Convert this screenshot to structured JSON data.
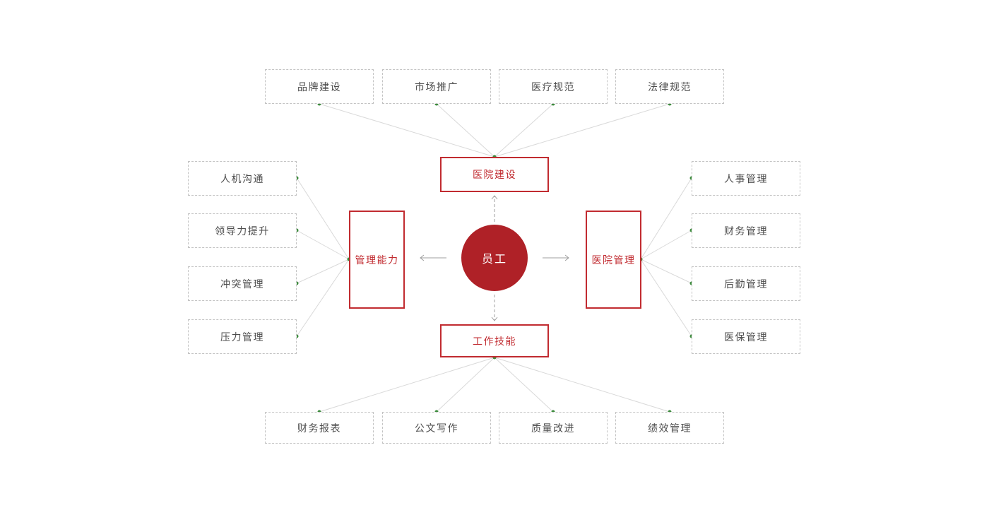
{
  "center": {
    "label": "员工"
  },
  "branches": {
    "top": {
      "label": "医院建设"
    },
    "left": {
      "label": "管理能力"
    },
    "right": {
      "label": "医院管理"
    },
    "bottom": {
      "label": "工作技能"
    }
  },
  "top_items": [
    {
      "label": "品牌建设"
    },
    {
      "label": "市场推广"
    },
    {
      "label": "医疗规范"
    },
    {
      "label": "法律规范"
    }
  ],
  "left_items": [
    {
      "label": "人机沟通"
    },
    {
      "label": "领导力提升"
    },
    {
      "label": "冲突管理"
    },
    {
      "label": "压力管理"
    }
  ],
  "right_items": [
    {
      "label": "人事管理"
    },
    {
      "label": "财务管理"
    },
    {
      "label": "后勤管理"
    },
    {
      "label": "医保管理"
    }
  ],
  "bottom_items": [
    {
      "label": "财务报表"
    },
    {
      "label": "公文写作"
    },
    {
      "label": "质量改进"
    },
    {
      "label": "绩效管理"
    }
  ],
  "colors": {
    "node_red": "#c12b30",
    "circle_red": "#af2127",
    "dot_green": "#3e8c3e",
    "fan_line": "#d9d9d9",
    "arrow_gray": "#9f9f9f",
    "leaf_border": "#c3c3c3",
    "leaf_text": "#4d4d4d"
  }
}
